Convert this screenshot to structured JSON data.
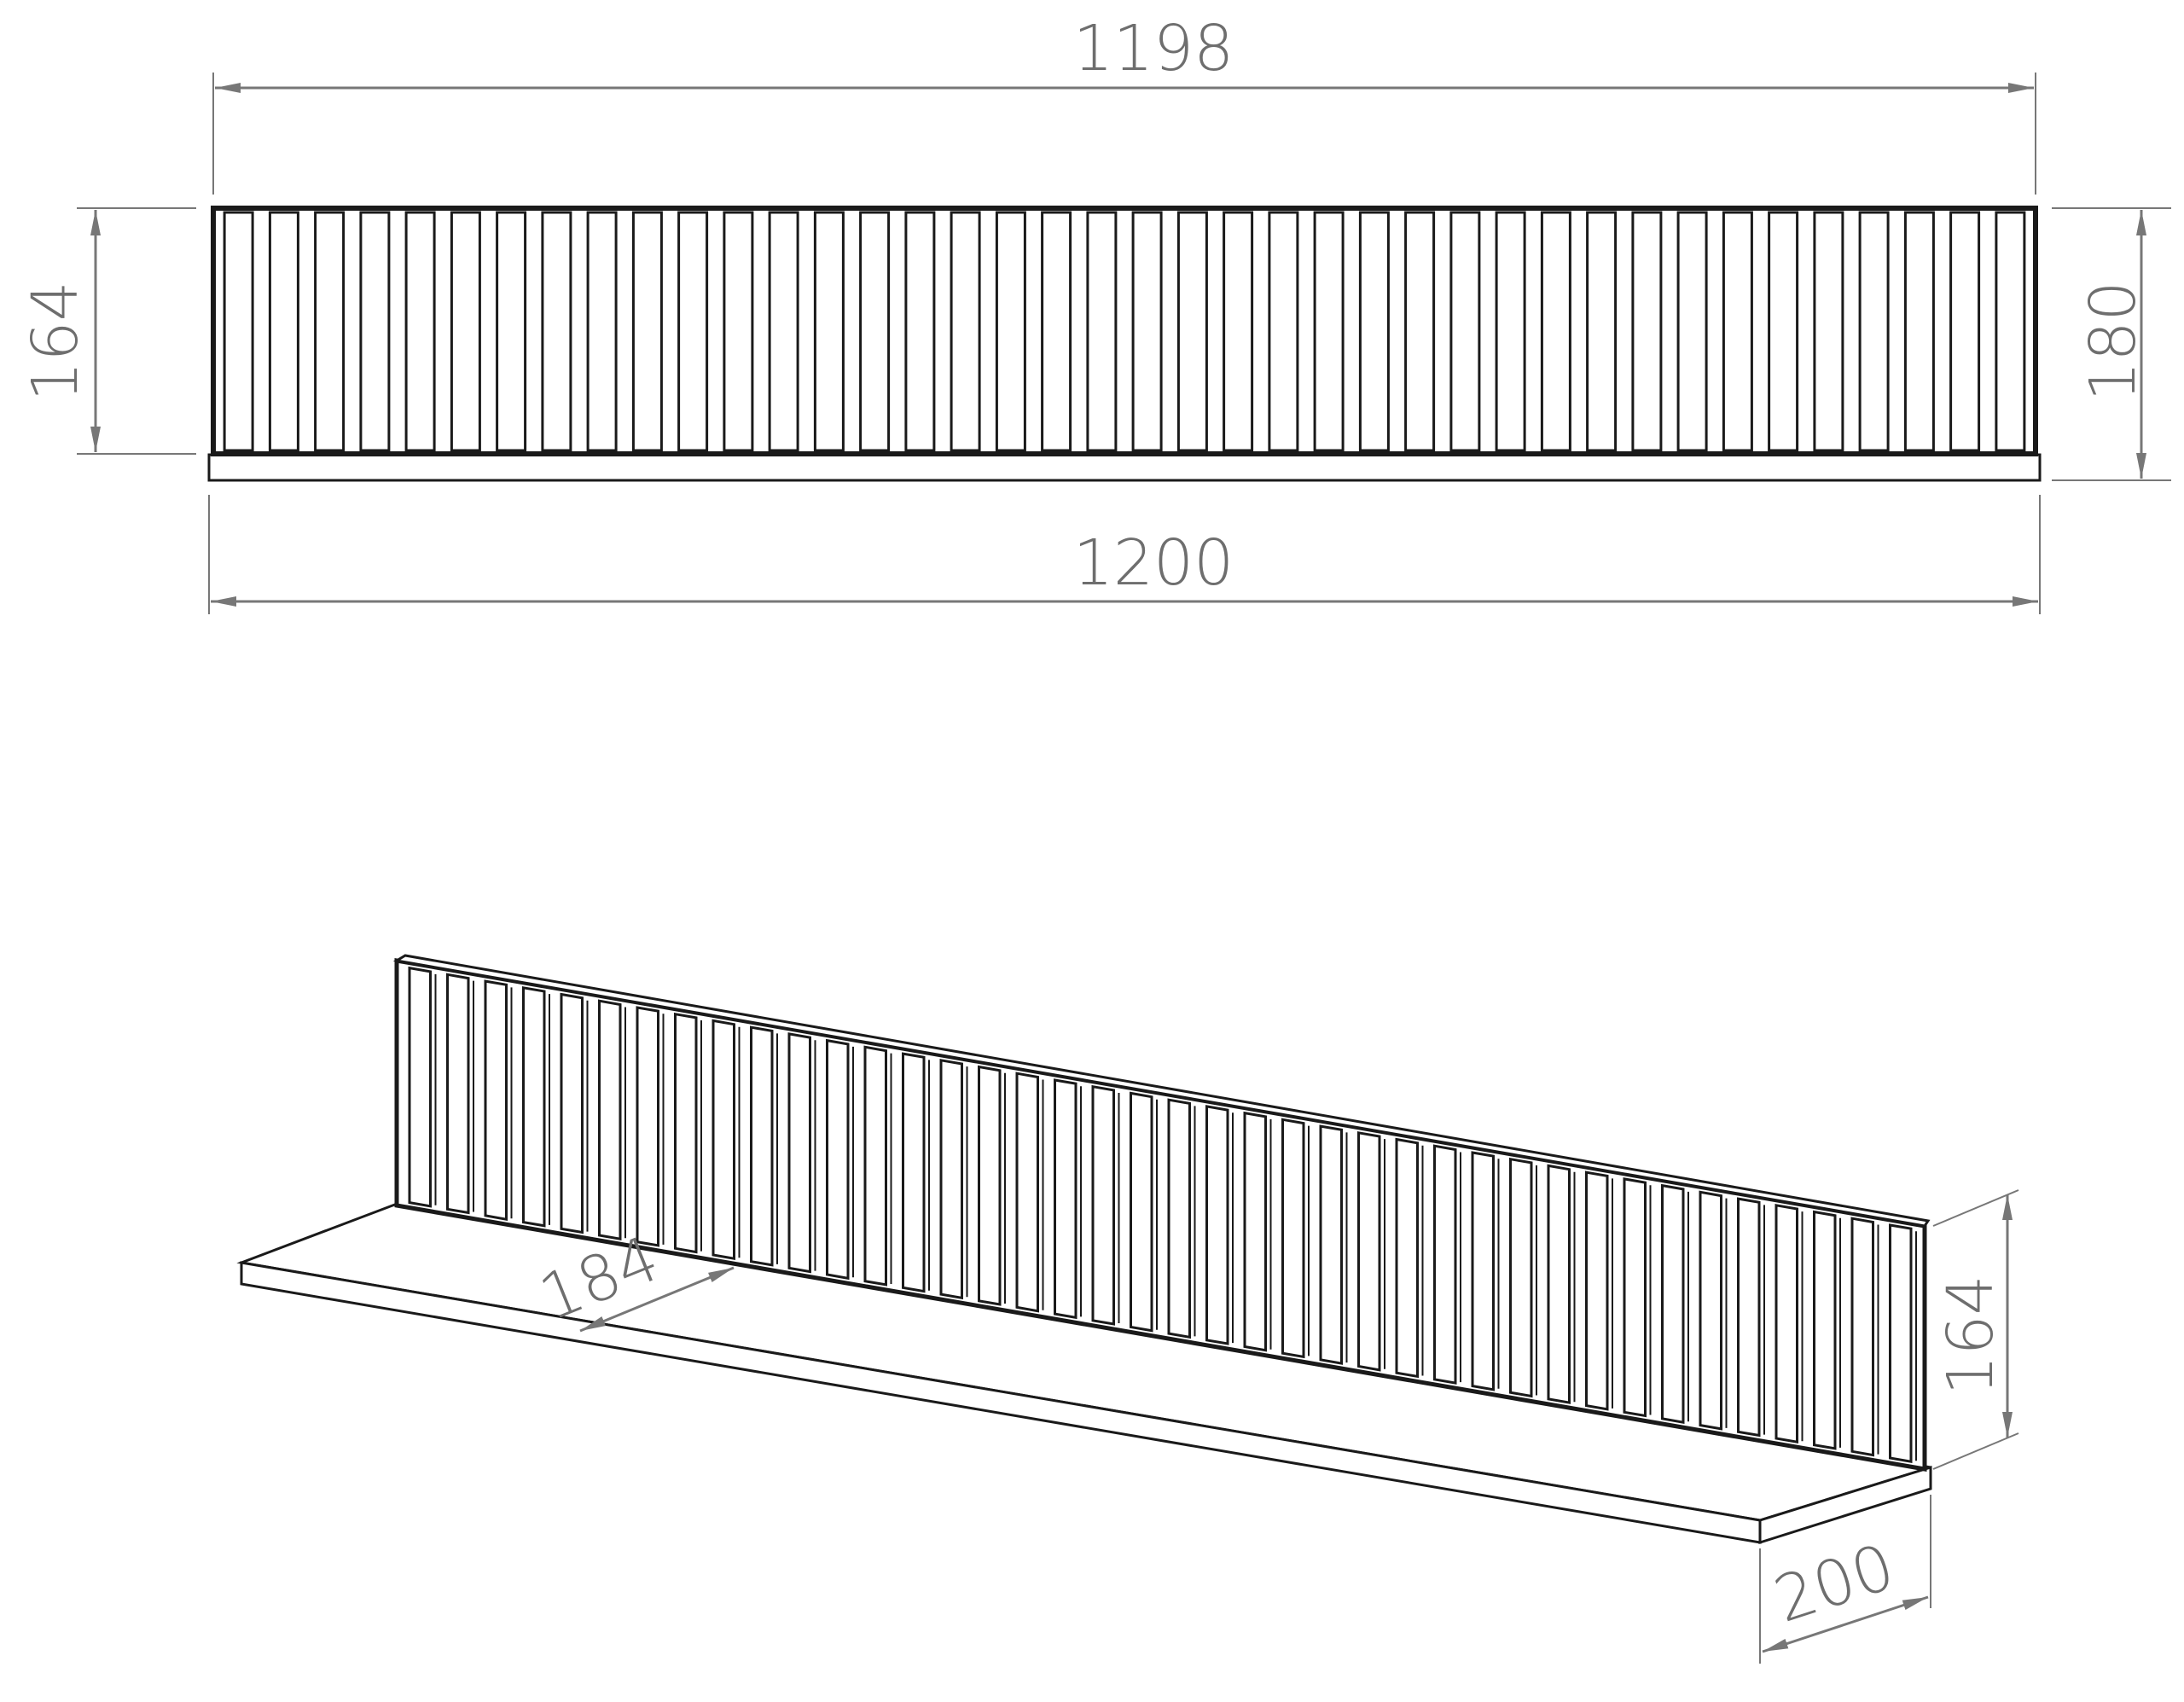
{
  "colors": {
    "outline": "#1a1a1a",
    "dimension": "#777777",
    "dimension_text": "#6e6e6e",
    "background": "#ffffff"
  },
  "front_view": {
    "slat_count": 40,
    "dimensions": {
      "top_width": "1198",
      "bottom_width": "1200",
      "panel_height": "164",
      "total_height": "180"
    }
  },
  "iso_view": {
    "slat_count": 40,
    "dimensions": {
      "panel_height": "164",
      "shelf_depth": "200",
      "spacing": "184"
    }
  }
}
